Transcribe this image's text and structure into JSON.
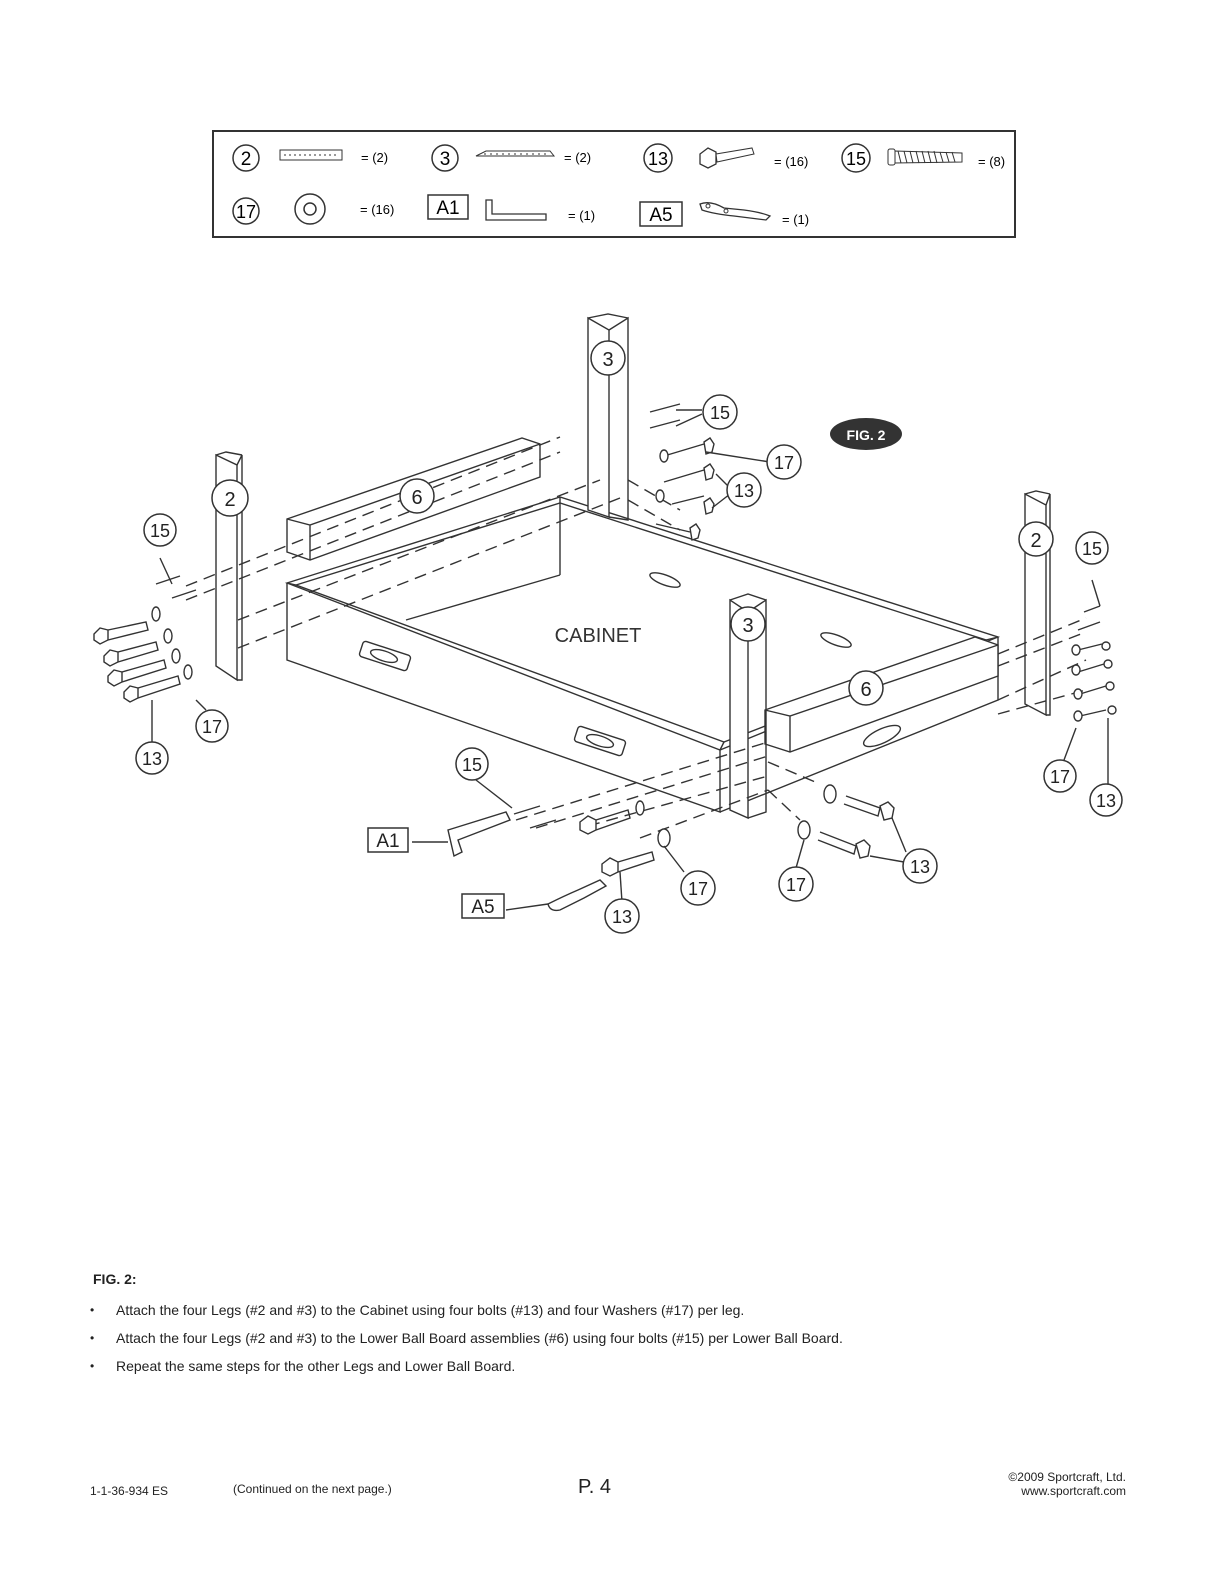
{
  "parts_legend": {
    "items": [
      {
        "part": "2",
        "boxed": false,
        "qty": "= (2)"
      },
      {
        "part": "3",
        "boxed": false,
        "qty": "= (2)"
      },
      {
        "part": "13",
        "boxed": false,
        "qty": "= (16)"
      },
      {
        "part": "15",
        "boxed": false,
        "qty": "= (8)"
      },
      {
        "part": "17",
        "boxed": false,
        "qty": "= (16)"
      },
      {
        "part": "A1",
        "boxed": true,
        "qty": "= (1)"
      },
      {
        "part": "A5",
        "boxed": true,
        "qty": "= (1)"
      }
    ]
  },
  "diagram": {
    "figure_badge": "FIG. 2",
    "cabinet_label": "CABINET",
    "callouts": {
      "c2": "2",
      "c3": "3",
      "c6": "6",
      "c13": "13",
      "c15": "15",
      "c17": "17",
      "a1": "A1",
      "a5": "A5"
    }
  },
  "instructions": {
    "heading": "FIG. 2:",
    "steps": [
      "Attach the four Legs (#2 and #3) to the Cabinet using four bolts (#13) and four Washers (#17) per leg.",
      "Attach the four Legs (#2 and #3) to the Lower Ball Board assemblies (#6) using four bolts (#15) per Lower Ball Board.",
      "Repeat the same steps for the other Legs and Lower Ball Board."
    ]
  },
  "footer": {
    "doc_number": "1-1-36-934 ES",
    "continued": "(Continued on the next page.)",
    "page": "P. 4",
    "copyright": "©2009 Sportcraft, Ltd.",
    "website": "www.sportcraft.com"
  }
}
